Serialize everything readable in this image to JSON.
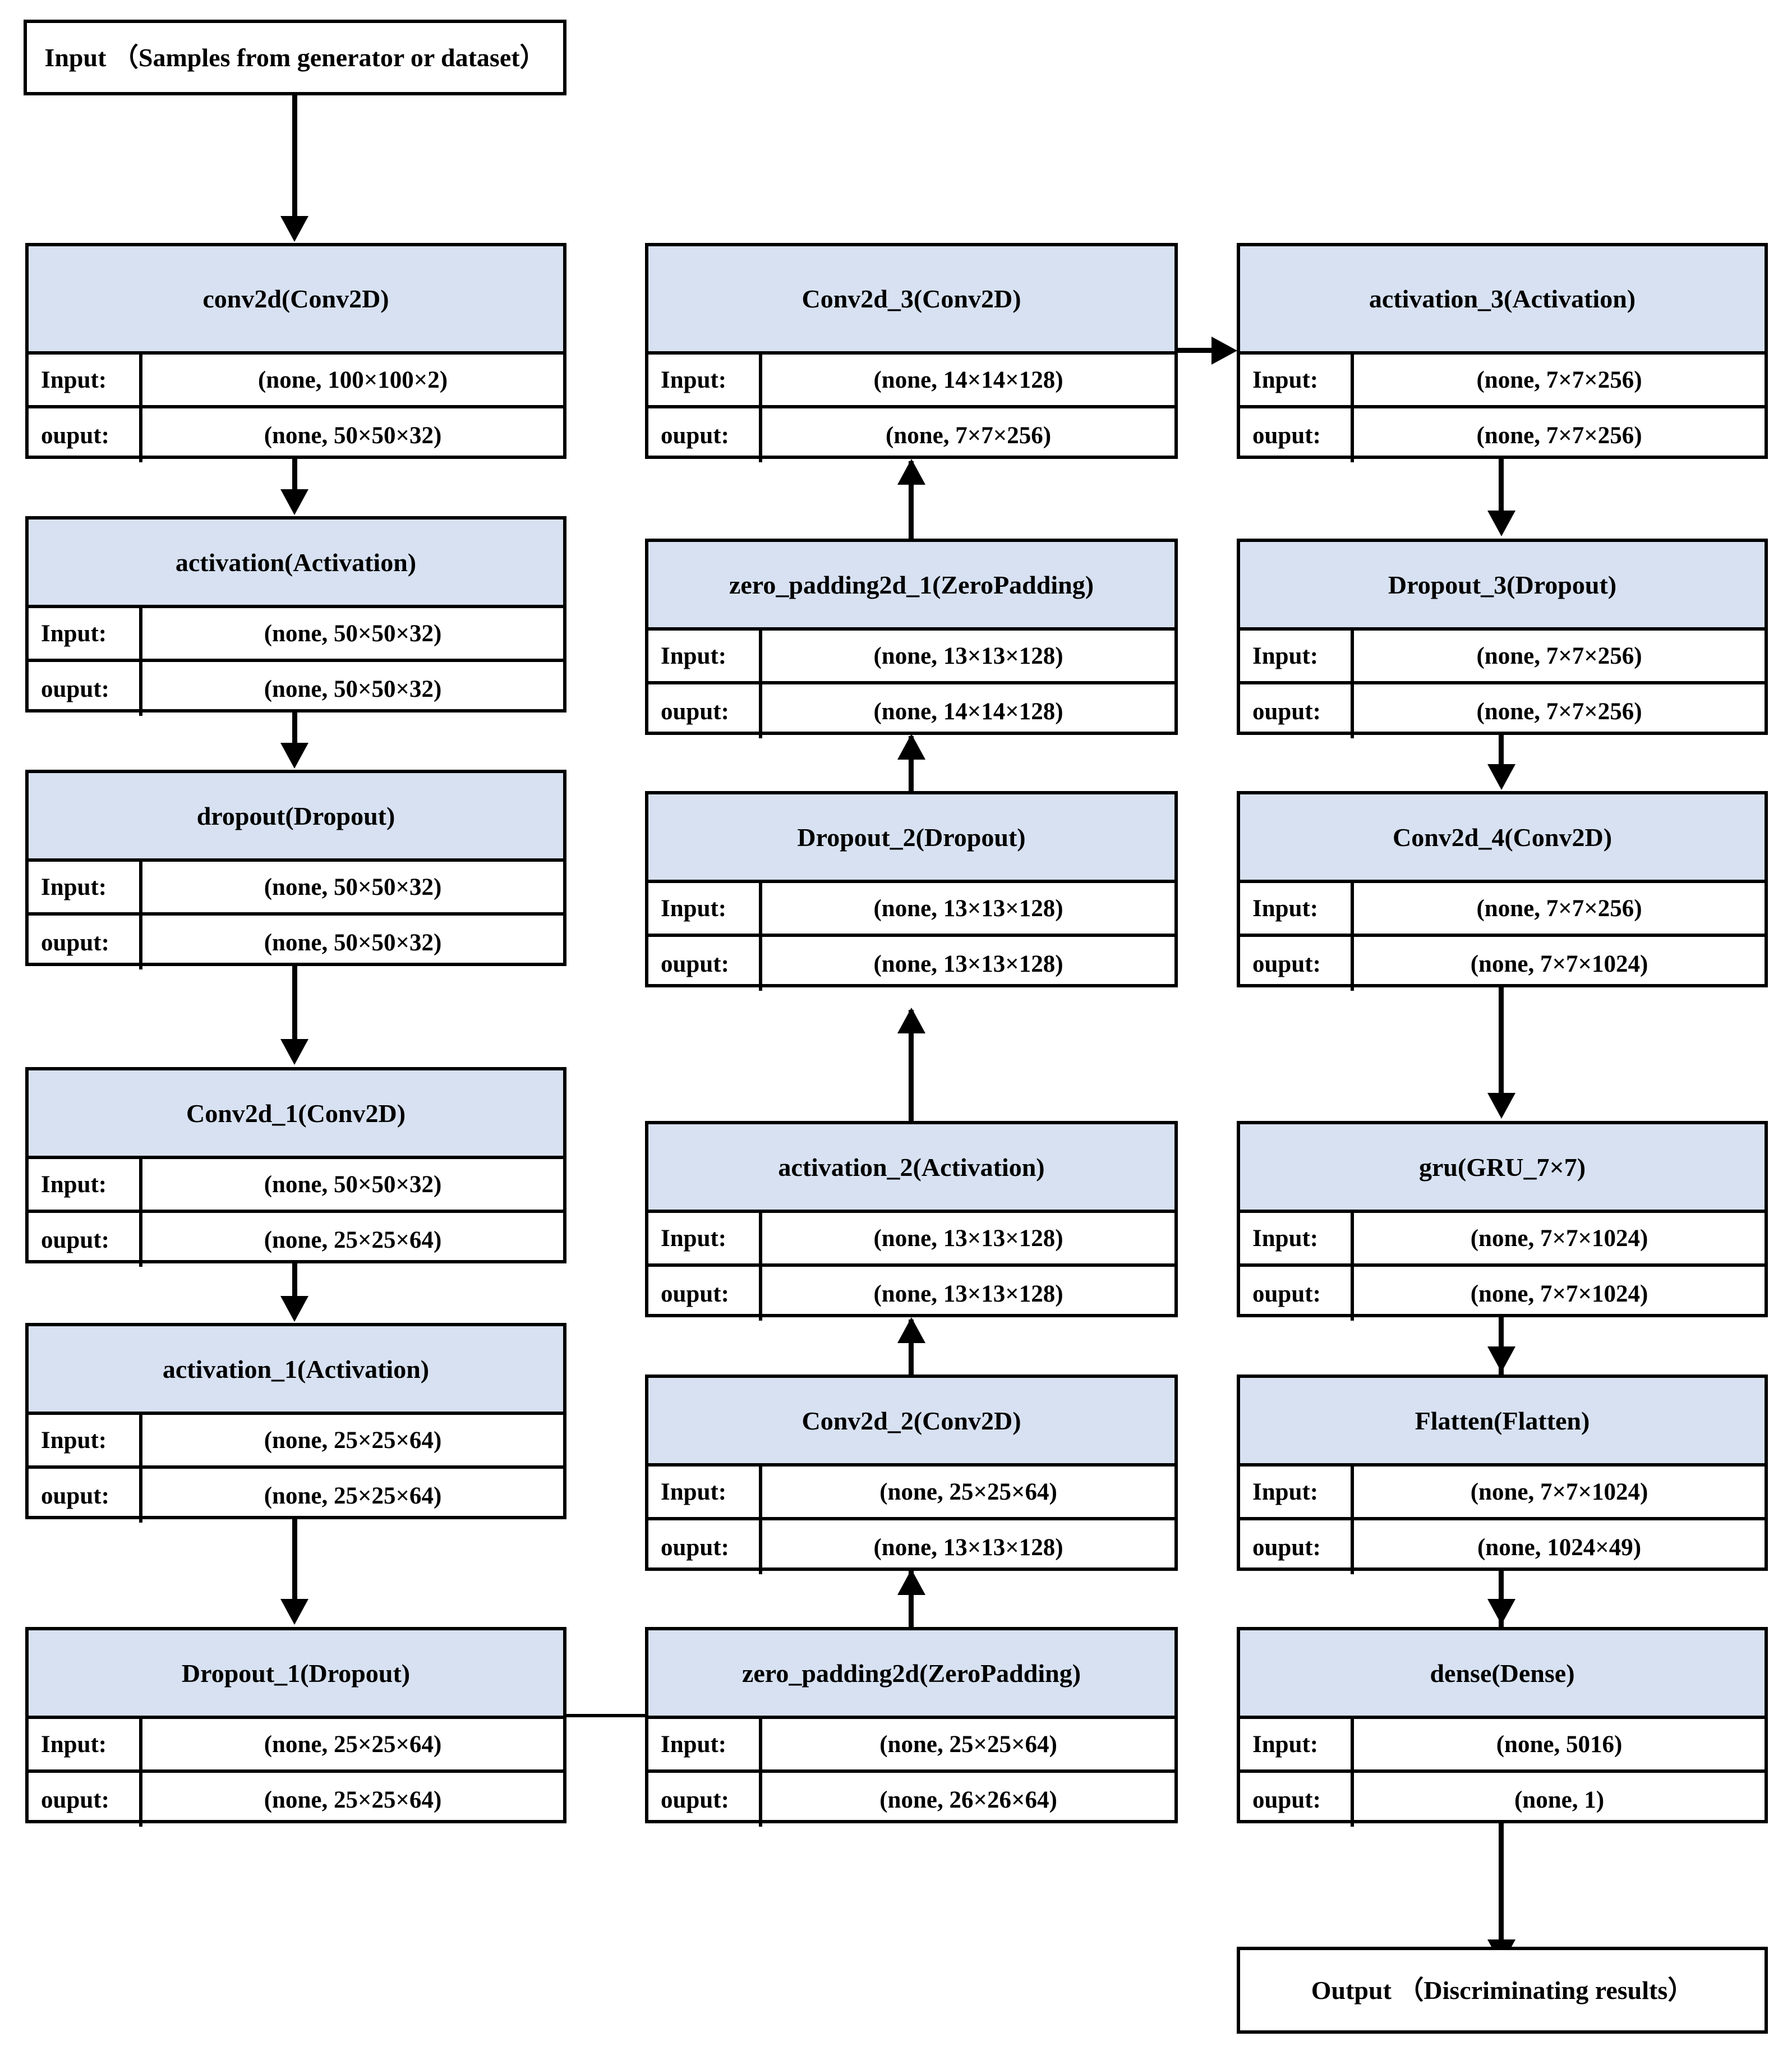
{
  "diagram": {
    "title_boxes": {
      "input": "Input （Samples from generator or dataset）",
      "output": "Output （Discriminating results）"
    },
    "row_labels": {
      "input": "Input:",
      "output": "ouput:"
    },
    "colors": {
      "header_fill": "#d7e1f1",
      "border": "#000000",
      "body_fill": "#ffffff"
    },
    "layers": [
      {
        "id": "conv2d",
        "name": "conv2d(Conv2D)",
        "input": "(none, 100×100×2)",
        "output": "(none, 50×50×32)"
      },
      {
        "id": "activation",
        "name": "activation(Activation)",
        "input": "(none, 50×50×32)",
        "output": "(none, 50×50×32)"
      },
      {
        "id": "dropout",
        "name": "dropout(Dropout)",
        "input": "(none, 50×50×32)",
        "output": "(none, 50×50×32)"
      },
      {
        "id": "conv2d_1",
        "name": "Conv2d_1(Conv2D)",
        "input": "(none, 50×50×32)",
        "output": "(none, 25×25×64)"
      },
      {
        "id": "activation_1",
        "name": "activation_1(Activation)",
        "input": "(none, 25×25×64)",
        "output": "(none, 25×25×64)"
      },
      {
        "id": "dropout_1",
        "name": "Dropout_1(Dropout)",
        "input": "(none, 25×25×64)",
        "output": "(none, 25×25×64)"
      },
      {
        "id": "zero_padding2d",
        "name": "zero_padding2d(ZeroPadding)",
        "input": "(none, 25×25×64)",
        "output": "(none, 26×26×64)"
      },
      {
        "id": "conv2d_2",
        "name": "Conv2d_2(Conv2D)",
        "input": "(none, 25×25×64)",
        "output": "(none, 13×13×128)"
      },
      {
        "id": "activation_2",
        "name": "activation_2(Activation)",
        "input": "(none, 13×13×128)",
        "output": "(none, 13×13×128)"
      },
      {
        "id": "dropout_2",
        "name": "Dropout_2(Dropout)",
        "input": "(none, 13×13×128)",
        "output": "(none, 13×13×128)"
      },
      {
        "id": "zero_padding2d_1",
        "name": "zero_padding2d_1(ZeroPadding)",
        "input": "(none, 13×13×128)",
        "output": "(none, 14×14×128)"
      },
      {
        "id": "conv2d_3",
        "name": "Conv2d_3(Conv2D)",
        "input": "(none, 14×14×128)",
        "output": "(none, 7×7×256)"
      },
      {
        "id": "activation_3",
        "name": "activation_3(Activation)",
        "input": "(none, 7×7×256)",
        "output": "(none, 7×7×256)"
      },
      {
        "id": "dropout_3",
        "name": "Dropout_3(Dropout)",
        "input": "(none, 7×7×256)",
        "output": "(none, 7×7×256)"
      },
      {
        "id": "conv2d_4",
        "name": "Conv2d_4(Conv2D)",
        "input": "(none, 7×7×256)",
        "output": "(none, 7×7×1024)"
      },
      {
        "id": "gru",
        "name": "gru(GRU_7×7)",
        "input": "(none, 7×7×1024)",
        "output": "(none, 7×7×1024)"
      },
      {
        "id": "flatten",
        "name": "Flatten(Flatten)",
        "input": "(none, 7×7×1024)",
        "output": "(none, 1024×49)"
      },
      {
        "id": "dense",
        "name": "dense(Dense)",
        "input": "(none, 5016)",
        "output": "(none, 1)"
      }
    ]
  }
}
